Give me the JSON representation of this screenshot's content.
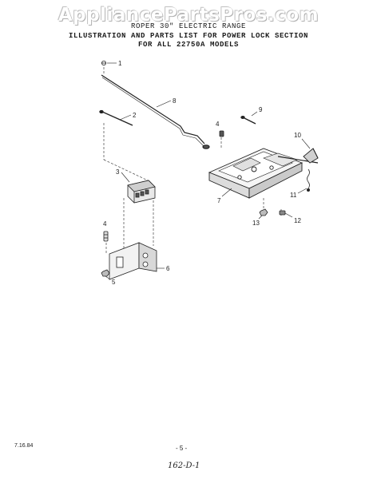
{
  "watermark": "AppliancePartsPros.com",
  "header": {
    "line1": "ROPER 30\" ELECTRIC RANGE",
    "line2": "ILLUSTRATION AND PARTS LIST FOR POWER LOCK SECTION",
    "line3": "FOR ALL 22750A MODELS"
  },
  "callouts": [
    "1",
    "2",
    "3",
    "4",
    "5",
    "6",
    "7",
    "8",
    "9",
    "10",
    "11",
    "12",
    "13",
    "4"
  ],
  "footer": {
    "date": "7.16.84",
    "page": "- 5 -",
    "handwritten": "162-D-1"
  }
}
